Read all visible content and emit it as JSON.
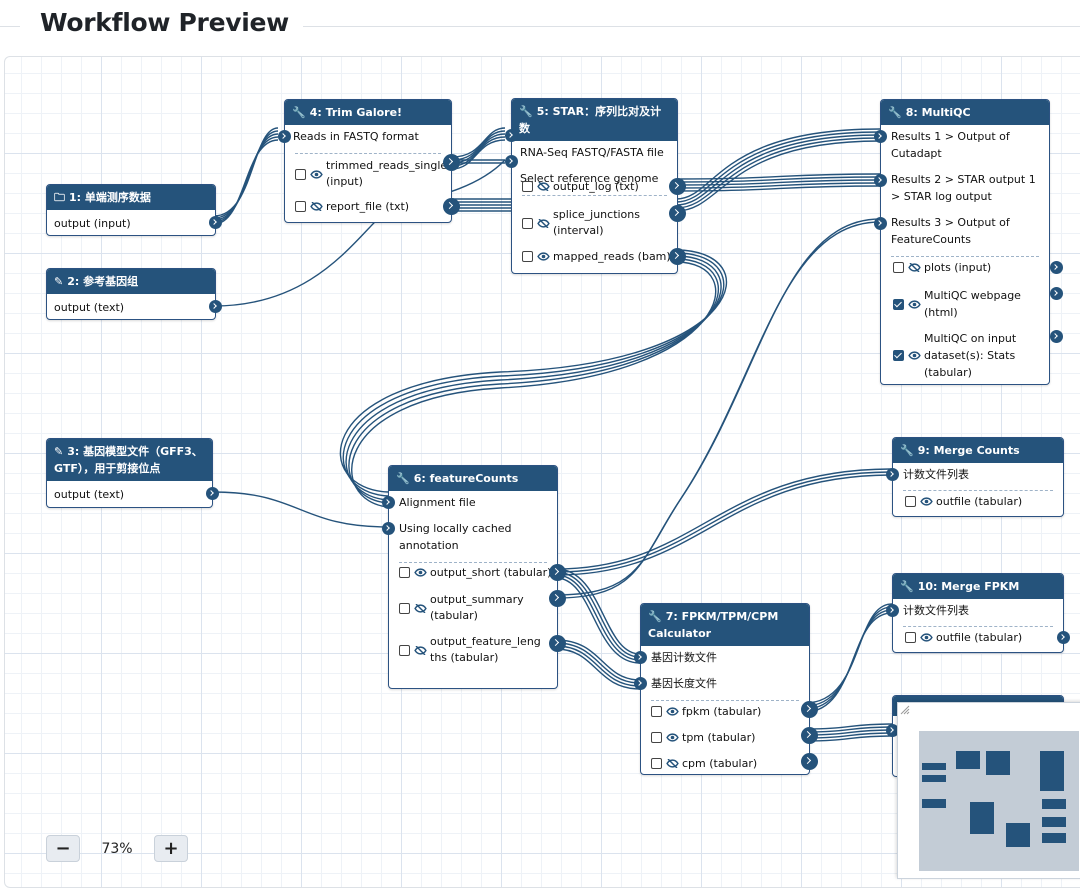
{
  "page": {
    "title": "Workflow Preview"
  },
  "zoom": {
    "minus": "−",
    "plus": "+",
    "level": "73%"
  },
  "colors": {
    "node_header": "#25537b",
    "wire": "#25537b",
    "grid": "#dbe3ee"
  },
  "nodes": {
    "n1": {
      "icon": "folder-icon",
      "title": "1: 单端测序数据",
      "outputs": [
        "output (input)"
      ]
    },
    "n2": {
      "icon": "pencil-icon",
      "title": "2: 参考基因组",
      "outputs": [
        "output (text)"
      ]
    },
    "n3": {
      "icon": "pencil-icon",
      "title": "3: 基因模型文件（GFF3、GTF），用于剪接位点",
      "outputs": [
        "output (text)"
      ]
    },
    "n4": {
      "icon": "wrench-icon",
      "title": "4: Trim Galore!",
      "inputs": [
        "Reads in FASTQ format"
      ],
      "outputs": [
        {
          "label": "trimmed_reads_single (input)",
          "visible": true,
          "checked": false
        },
        {
          "label": "report_file (txt)",
          "visible": false,
          "checked": false
        }
      ]
    },
    "n5": {
      "icon": "wrench-icon",
      "title": "5: STAR：序列比对及计数",
      "inputs": [
        "RNA-Seq FASTQ/FASTA file",
        "Select reference genome"
      ],
      "outputs": [
        {
          "label": "output_log (txt)",
          "visible": false,
          "checked": false
        },
        {
          "label": "splice_junctions (interval)",
          "visible": false,
          "checked": false
        },
        {
          "label": "mapped_reads (bam)",
          "visible": true,
          "checked": false
        }
      ]
    },
    "n6": {
      "icon": "wrench-icon",
      "title": "6: featureCounts",
      "inputs": [
        "Alignment file",
        "Using locally cached annotation"
      ],
      "outputs": [
        {
          "label": "output_short (tabular)",
          "visible": true,
          "checked": false
        },
        {
          "label": "output_summary (tabular)",
          "visible": false,
          "checked": false
        },
        {
          "label": "output_feature_lengths (tabular)",
          "visible": false,
          "checked": false
        }
      ]
    },
    "n7": {
      "icon": "wrench-icon",
      "title": "7: FPKM/TPM/CPM Calculator",
      "inputs": [
        "基因计数文件",
        "基因长度文件"
      ],
      "outputs": [
        {
          "label": "fpkm (tabular)",
          "visible": true,
          "checked": false
        },
        {
          "label": "tpm (tabular)",
          "visible": true,
          "checked": false
        },
        {
          "label": "cpm (tabular)",
          "visible": false,
          "checked": false
        }
      ]
    },
    "n8": {
      "icon": "wrench-icon",
      "title": "8: MultiQC",
      "inputs": [
        "Results 1 > Output of Cutadapt",
        "Results 2 > STAR output 1 > STAR log output",
        "Results 3 > Output of FeatureCounts"
      ],
      "outputs": [
        {
          "label": "plots (input)",
          "visible": false,
          "checked": false
        },
        {
          "label": "MultiQC webpage (html)",
          "visible": true,
          "checked": true
        },
        {
          "label": "MultiQC on input dataset(s): Stats (tabular)",
          "visible": true,
          "checked": true
        }
      ]
    },
    "n9": {
      "icon": "wrench-icon",
      "title": "9: Merge Counts",
      "inputs": [
        "计数文件列表"
      ],
      "outputs": [
        {
          "label": "outfile (tabular)",
          "visible": true,
          "checked": false
        }
      ]
    },
    "n10": {
      "icon": "wrench-icon",
      "title": "10: Merge FPKM",
      "inputs": [
        "计数文件列表"
      ],
      "outputs": [
        {
          "label": "outfile (tabular)",
          "visible": true,
          "checked": false
        }
      ]
    }
  }
}
